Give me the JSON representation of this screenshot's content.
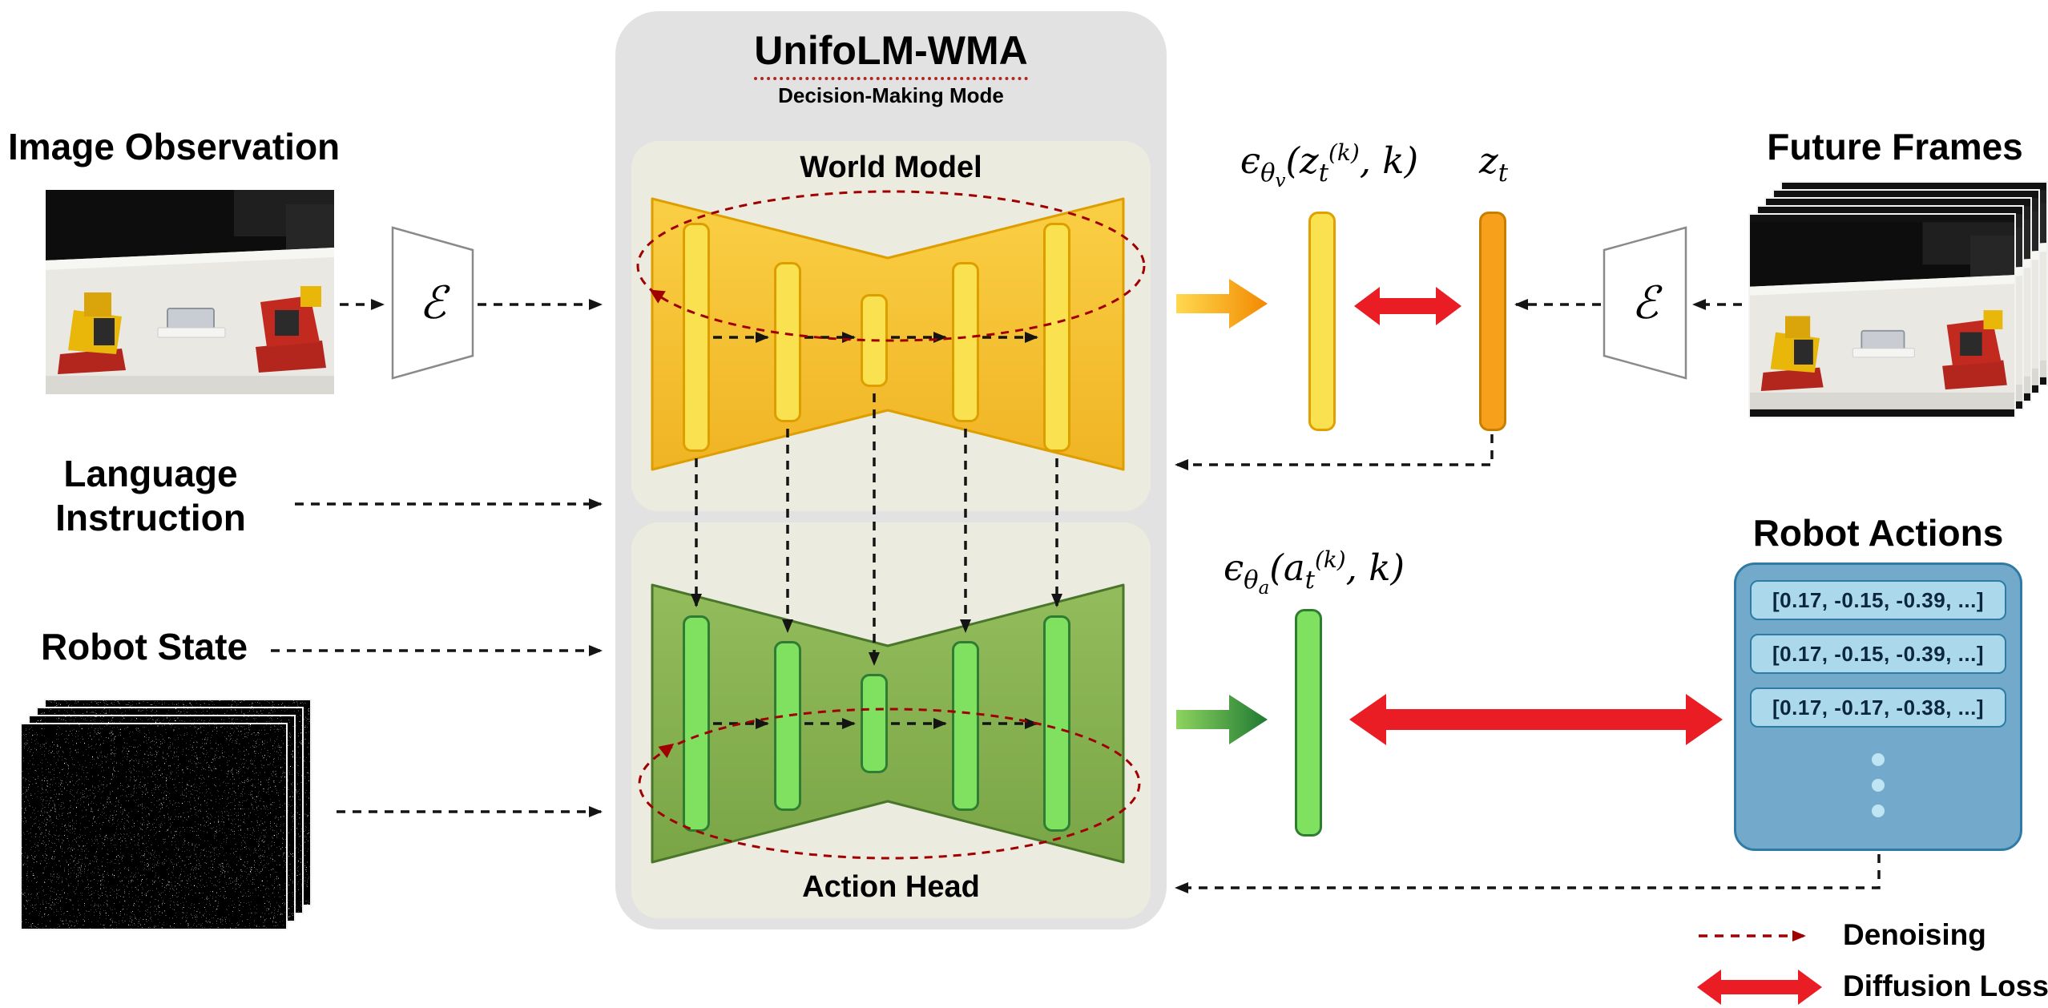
{
  "labels": {
    "image_observation": "Image Observation",
    "language_line1": "Language",
    "language_line2": "Instruction",
    "robot_state": "Robot State",
    "future_frames": "Future Frames",
    "robot_actions": "Robot Actions"
  },
  "block": {
    "title": "UnifoLM-WMA",
    "subtitle": "Decision-Making Mode",
    "world_model_title": "World Model",
    "action_head_title": "Action Head"
  },
  "encoder_symbol": "ℰ",
  "math": {
    "epsilon": "ϵ",
    "theta": "θ",
    "sub_v": "v",
    "sub_a": "a",
    "z": "z",
    "a": "a",
    "t": "t",
    "sup_k": "(k)",
    "lparen": "(",
    "tail": ", k)"
  },
  "robot_actions_panel": {
    "rows": [
      "[0.17, -0.15, -0.39, ...]",
      "[0.17, -0.15, -0.39, ...]",
      "[0.17, -0.17, -0.38, ...]"
    ]
  },
  "legend": {
    "denoising": "Denoising",
    "diffusion_loss": "Diffusion Loss"
  },
  "colors": {
    "world_model_yellow": "#F6C22E",
    "world_model_border": "#DE9E00",
    "bar_yellow": "#F9E14F",
    "latent_orange": "#F6A01B",
    "action_green": "#8CB755",
    "action_border": "#49762A",
    "bar_green": "#80E05F",
    "panel_blue": "#73A9CA",
    "row_blue": "#ACD8EB",
    "diffusion_red": "#EA1C24",
    "denoise_red": "#A00000"
  }
}
